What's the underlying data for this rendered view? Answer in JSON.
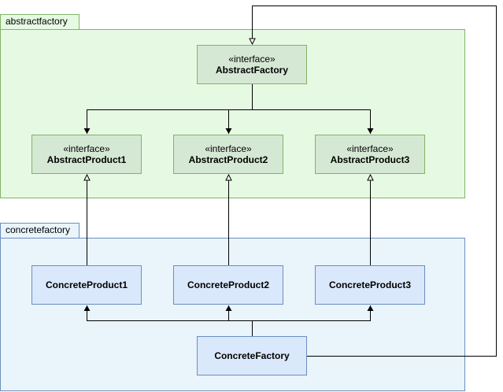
{
  "packages": {
    "abstract": {
      "label": "abstractfactory",
      "fill": "#e6fae3",
      "stroke": "#82b366"
    },
    "concrete": {
      "label": "concretefactory",
      "fill": "#e9f4fb",
      "stroke": "#6c8ebf"
    }
  },
  "classes": {
    "abstract_factory": {
      "stereotype": "«interface»",
      "name": "AbstractFactory"
    },
    "abstract_product1": {
      "stereotype": "«interface»",
      "name": "AbstractProduct1"
    },
    "abstract_product2": {
      "stereotype": "«interface»",
      "name": "AbstractProduct2"
    },
    "abstract_product3": {
      "stereotype": "«interface»",
      "name": "AbstractProduct3"
    },
    "concrete_product1": {
      "name": "ConcreteProduct1"
    },
    "concrete_product2": {
      "name": "ConcreteProduct2"
    },
    "concrete_product3": {
      "name": "ConcreteProduct3"
    },
    "concrete_factory": {
      "name": "ConcreteFactory"
    }
  },
  "colors": {
    "abstract_class_fill": "#d5e8d4",
    "concrete_class_fill": "#dae8fc",
    "line": "#000000"
  }
}
